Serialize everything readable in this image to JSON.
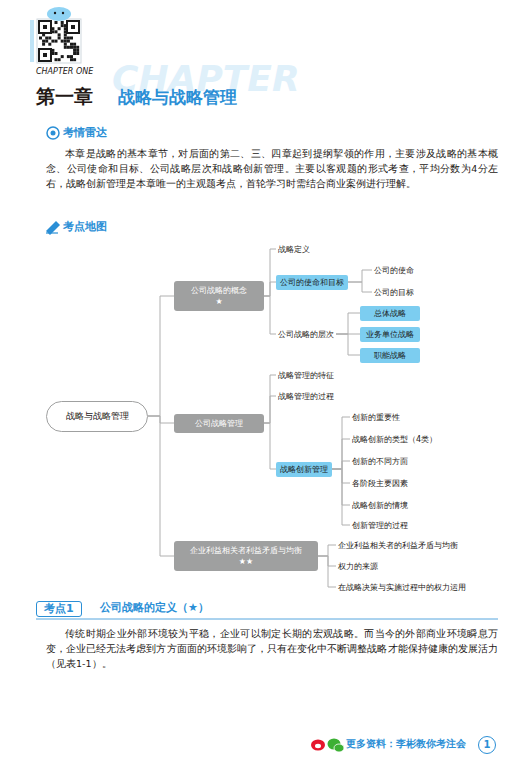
{
  "diagram": {
    "nodes": [
      {
        "text": [
          "战略与战略管理"
        ]
      },
      {
        "text": [
          "公司战略的概念",
          "★"
        ]
      },
      {
        "text": [
          "战略定义"
        ]
      },
      {
        "text": [
          "公司的使命和目标"
        ]
      },
      {
        "text": [
          "公司的使命"
        ]
      },
      {
        "text": [
          "公司的目标"
        ]
      },
      {
        "text": [
          "公司战略的层次"
        ]
      },
      {
        "text": [
          "总体战略"
        ]
      },
      {
        "text": [
          "业务单位战略"
        ]
      },
      {
        "text": [
          "职能战略"
        ]
      },
      {
        "text": [
          "公司战略管理"
        ]
      },
      {
        "text": [
          "战略管理的特征"
        ]
      },
      {
        "text": [
          "战略管理的过程"
        ]
      },
      {
        "text": [
          "战略创新管理"
        ]
      },
      {
        "text": [
          "创新的重要性"
        ]
      },
      {
        "text": [
          "战略创新的类型（4类）"
        ]
      },
      {
        "text": [
          "创新的不同方面"
        ]
      },
      {
        "text": [
          "各阶段主要因素"
        ]
      },
      {
        "text": [
          "战略创新的情境"
        ]
      },
      {
        "text": [
          "创新管理的过程"
        ]
      },
      {
        "text": [
          "企业利益相关者利益矛盾与均衡",
          "★★"
        ]
      },
      {
        "text": [
          "企业利益相关者的利益矛盾与均衡"
        ]
      },
      {
        "text": [
          "权力的来源"
        ]
      },
      {
        "text": [
          "在战略决策与实施过程中的权力运用"
        ]
      },
      {
        "text": [
          "考点1"
        ]
      },
      {
        "text": [
          "1"
        ]
      }
    ],
    "edges": [
      {
        "from": 0,
        "to": 1,
        "arrow": "none"
      },
      {
        "from": 0,
        "to": 10,
        "arrow": "none"
      },
      {
        "from": 0,
        "to": 20,
        "arrow": "none"
      },
      {
        "from": 1,
        "to": 2,
        "arrow": "none"
      },
      {
        "from": 1,
        "to": 3,
        "arrow": "none"
      },
      {
        "from": 1,
        "to": 6,
        "arrow": "none"
      },
      {
        "from": 3,
        "to": 4,
        "arrow": "none"
      },
      {
        "from": 3,
        "to": 5,
        "arrow": "none"
      },
      {
        "from": 6,
        "to": 7,
        "arrow": "none"
      },
      {
        "from": 6,
        "to": 8,
        "arrow": "none"
      },
      {
        "from": 6,
        "to": 9,
        "arrow": "none"
      },
      {
        "from": 10,
        "to": 11,
        "arrow": "none"
      },
      {
        "from": 10,
        "to": 12,
        "arrow": "none"
      },
      {
        "from": 10,
        "to": 13,
        "arrow": "none"
      },
      {
        "from": 13,
        "to": 14,
        "arrow": "none"
      },
      {
        "from": 13,
        "to": 15,
        "arrow": "none"
      },
      {
        "from": 13,
        "to": 16,
        "arrow": "none"
      },
      {
        "from": 13,
        "to": 17,
        "arrow": "none"
      },
      {
        "from": 13,
        "to": 18,
        "arrow": "none"
      },
      {
        "from": 13,
        "to": 19,
        "arrow": "none"
      },
      {
        "from": 20,
        "to": 21,
        "arrow": "none"
      },
      {
        "from": 20,
        "to": 22,
        "arrow": "none"
      },
      {
        "from": 20,
        "to": 23,
        "arrow": "none"
      }
    ],
    "labels": [
      "CHAPTER ONE",
      "CHAPTER",
      "第一章",
      "战略与战略管理",
      "考情雷达",
      "本章是战略的基本章节，对后面的第二、三、四章起到提纲挈领的作用，主要涉及战略的基本概念、公司使命和目标、公司战略层次和战略创新管理。主要以客观题的形式考查，平均分数为4分左右，战略创新管理是本章唯一的主观题考点，首轮学习时需结合商业案例进行理解。",
      "考点地图",
      "公司战略的定义（★）",
      "传统时期企业外部环境较为平稳，企业可以制定长期的宏观战略。而当今的外部商业环境瞬息万变，企业已经无法考虑到方方面面的环境影响了，只有在变化中不断调整战略才能保持健康的发展活力（见表1-1）。",
      "更多资料：李彬教你考注会"
    ]
  }
}
